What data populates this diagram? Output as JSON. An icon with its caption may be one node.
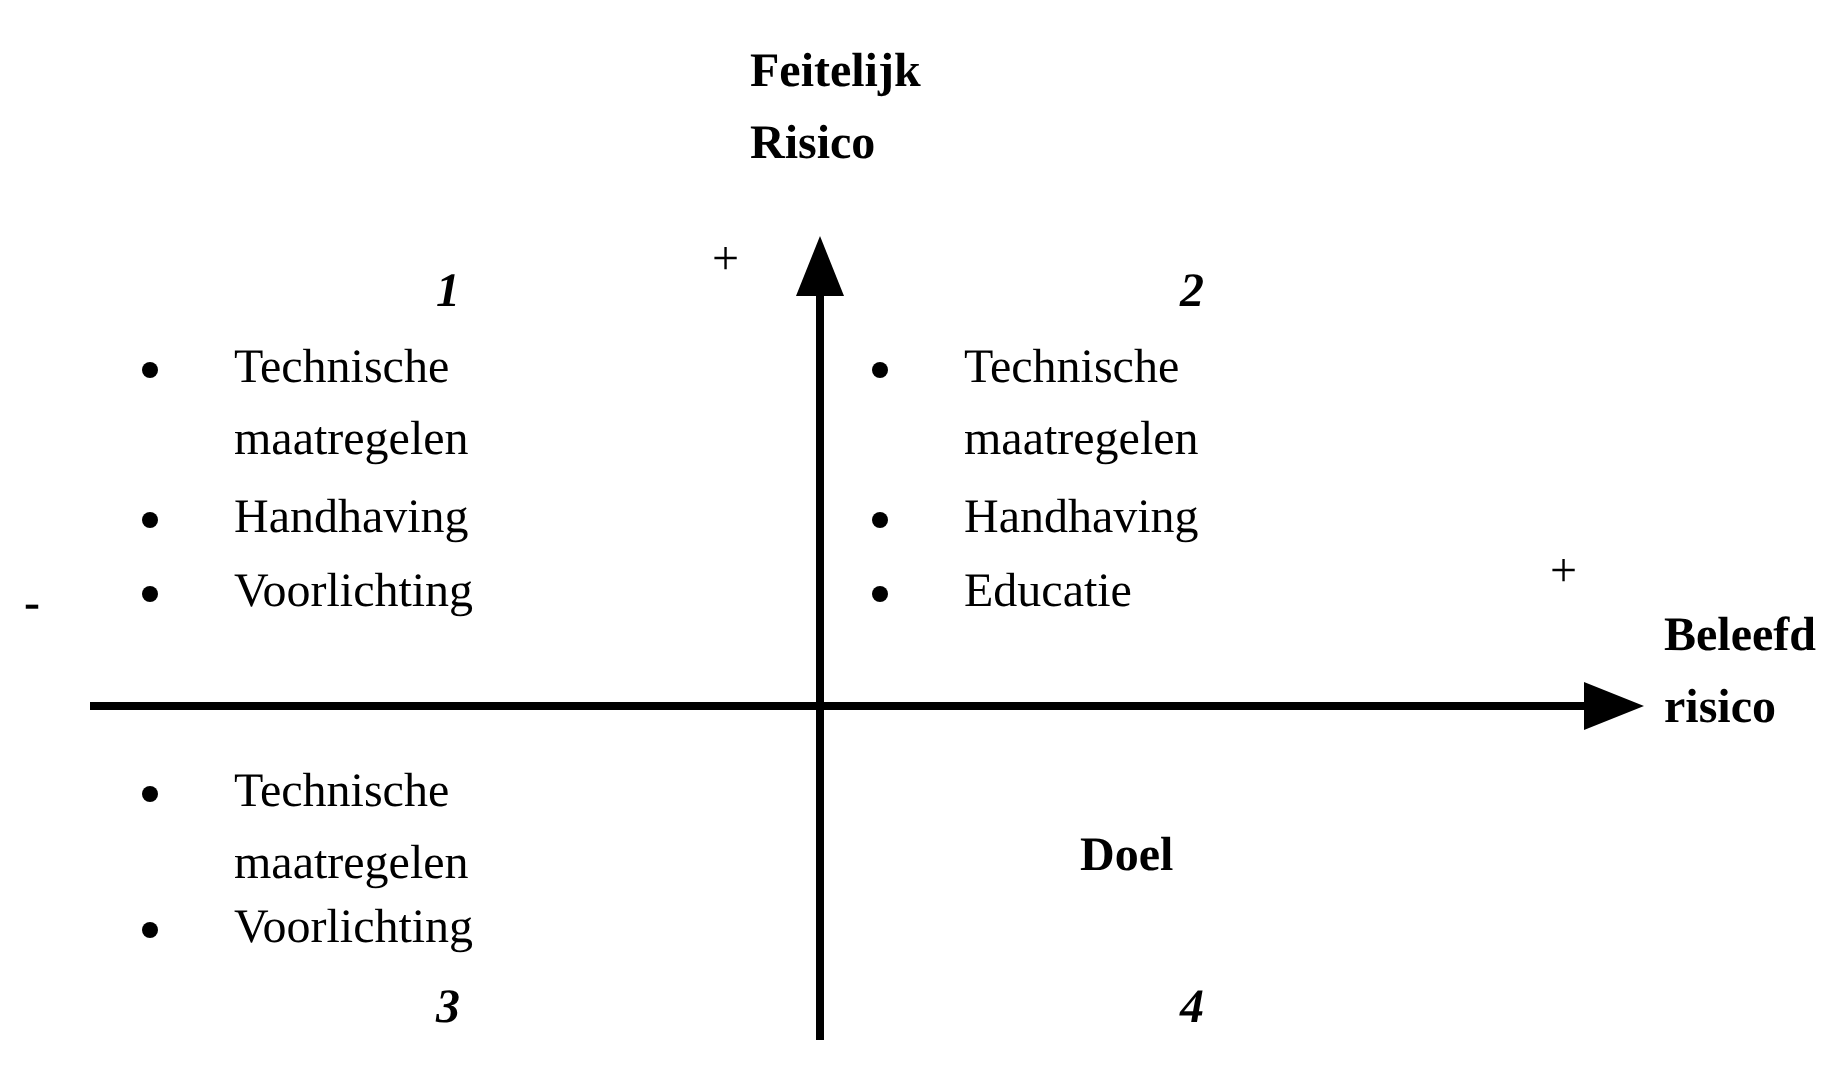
{
  "diagram": {
    "labels": [
      "Feitelijk Risico",
      "+",
      "1",
      "2",
      "Technische maatregelen",
      "Technische maatregelen",
      "Handhaving",
      "Handhaving",
      "+",
      "-",
      "Voorlichting",
      "Educatie",
      "Beleefd risico",
      "Technische maatregelen",
      "Doel",
      "Voorlichting",
      "3",
      "4"
    ]
  }
}
